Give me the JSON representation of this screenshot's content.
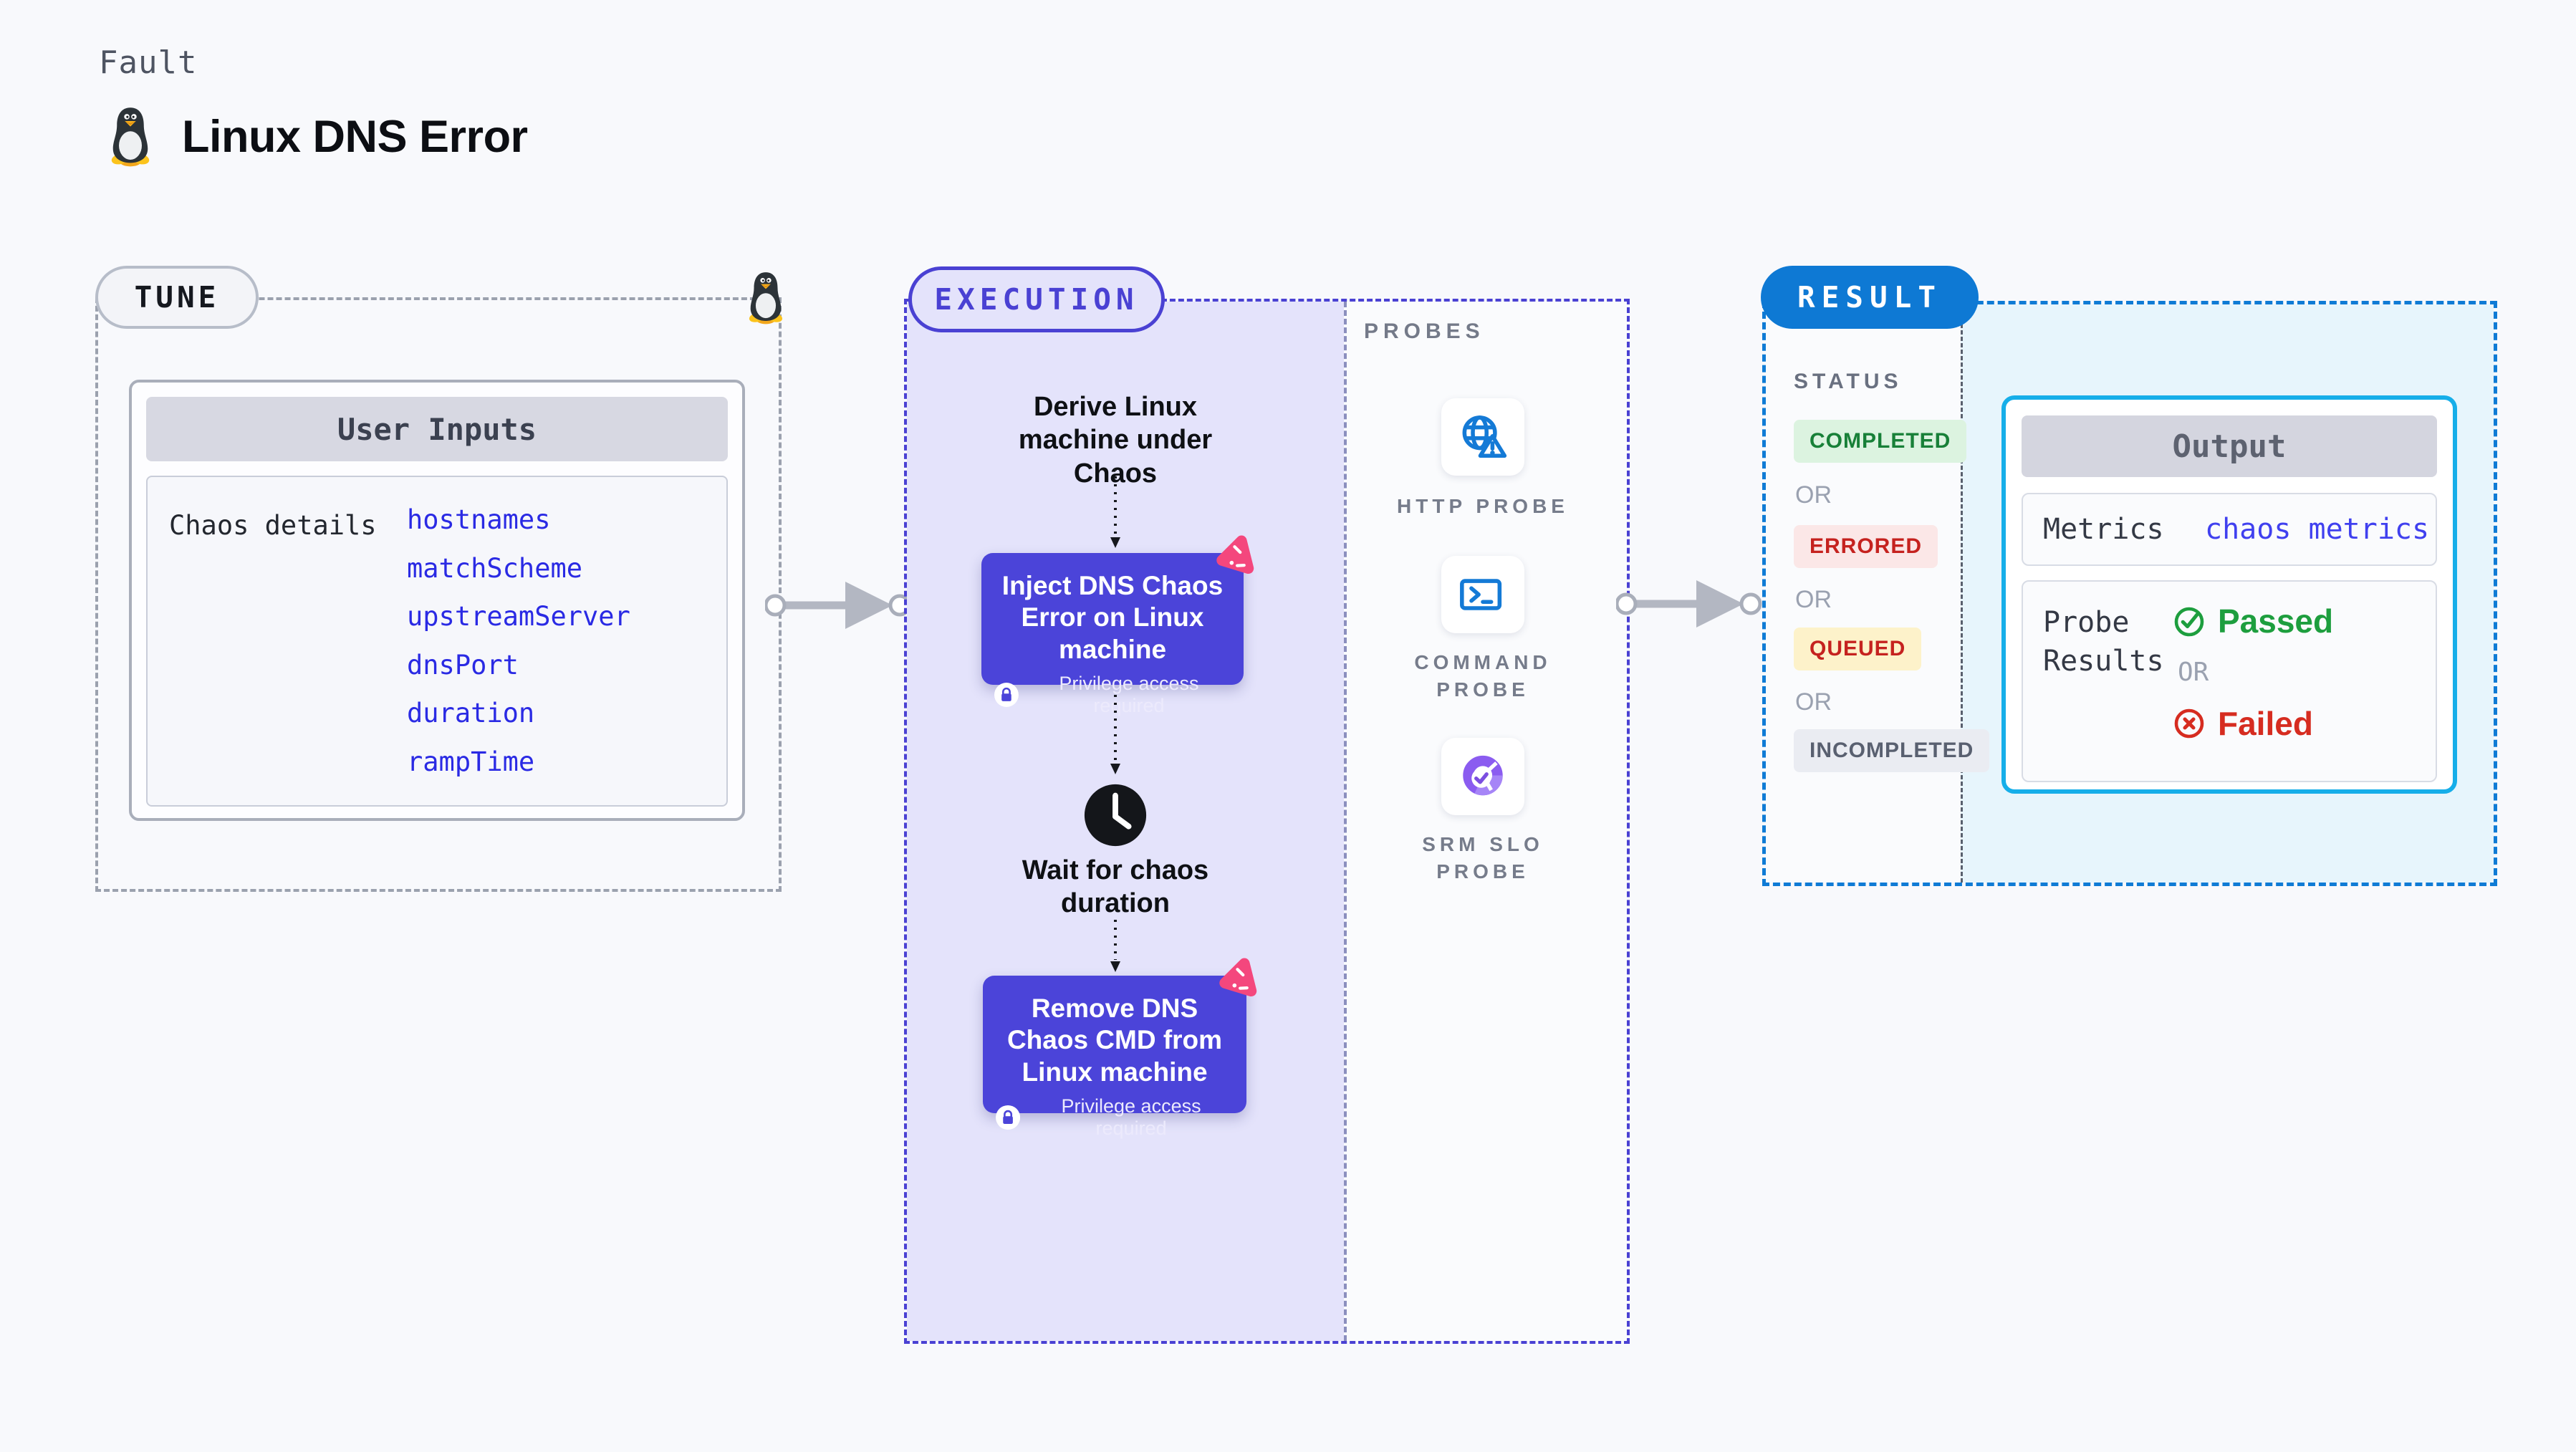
{
  "page": {
    "kicker": "Fault",
    "title": "Linux DNS Error"
  },
  "tune": {
    "pill": "TUNE",
    "user_inputs": {
      "header": "User Inputs",
      "row_label": "Chaos details",
      "params": [
        "hostnames",
        "matchScheme",
        "upstreamServer",
        "dnsPort",
        "duration",
        "rampTime"
      ]
    }
  },
  "execution": {
    "pill": "EXECUTION",
    "derive_step": "Derive Linux machine under Chaos",
    "inject_step": "Inject DNS Chaos Error on Linux machine",
    "inject_note": "Privilege access required",
    "wait_step": "Wait for chaos duration",
    "remove_step": "Remove DNS Chaos CMD from Linux machine",
    "remove_note": "Privilege access required"
  },
  "probes": {
    "label": "PROBES",
    "items": [
      {
        "name": "HTTP PROBE",
        "icon": "globe-alert-icon"
      },
      {
        "name": "COMMAND PROBE",
        "icon": "terminal-icon"
      },
      {
        "name": "SRM SLO PROBE",
        "icon": "slo-donut-icon"
      }
    ]
  },
  "result": {
    "pill": "RESULT",
    "status_label": "STATUS",
    "or_label": "OR",
    "statuses": [
      {
        "label": "COMPLETED",
        "fg": "#188038",
        "bg": "#dcf3e0"
      },
      {
        "label": "ERRORED",
        "fg": "#c5221f",
        "bg": "#fbe7e7"
      },
      {
        "label": "QUEUED",
        "fg": "#c5221f",
        "bg": "#fdf2ca"
      },
      {
        "label": "INCOMPLETED",
        "fg": "#596070",
        "bg": "#eaecf2"
      }
    ]
  },
  "output": {
    "header": "Output",
    "metrics_label": "Metrics",
    "metrics_value": "chaos metrics",
    "probe_results_label": "Probe Results",
    "passed": "Passed",
    "or_label": "OR",
    "failed": "Failed"
  },
  "colors": {
    "accent_indigo": "#4a41d3",
    "node_fill": "#4b44d9",
    "pink_badge": "#f4477d",
    "result_blue": "#0e79d4",
    "output_border": "#16aee9",
    "probe_icon_blue": "#147ad6",
    "slo_purple": "#8b5cf0",
    "passed_green": "#1d9e3e",
    "failed_red": "#d62c20",
    "queued_bg": "#fdf2ca",
    "completed_bg": "#dcf3e0",
    "errored_bg": "#fbe7e7",
    "incompleted_bg": "#eaecf2"
  }
}
